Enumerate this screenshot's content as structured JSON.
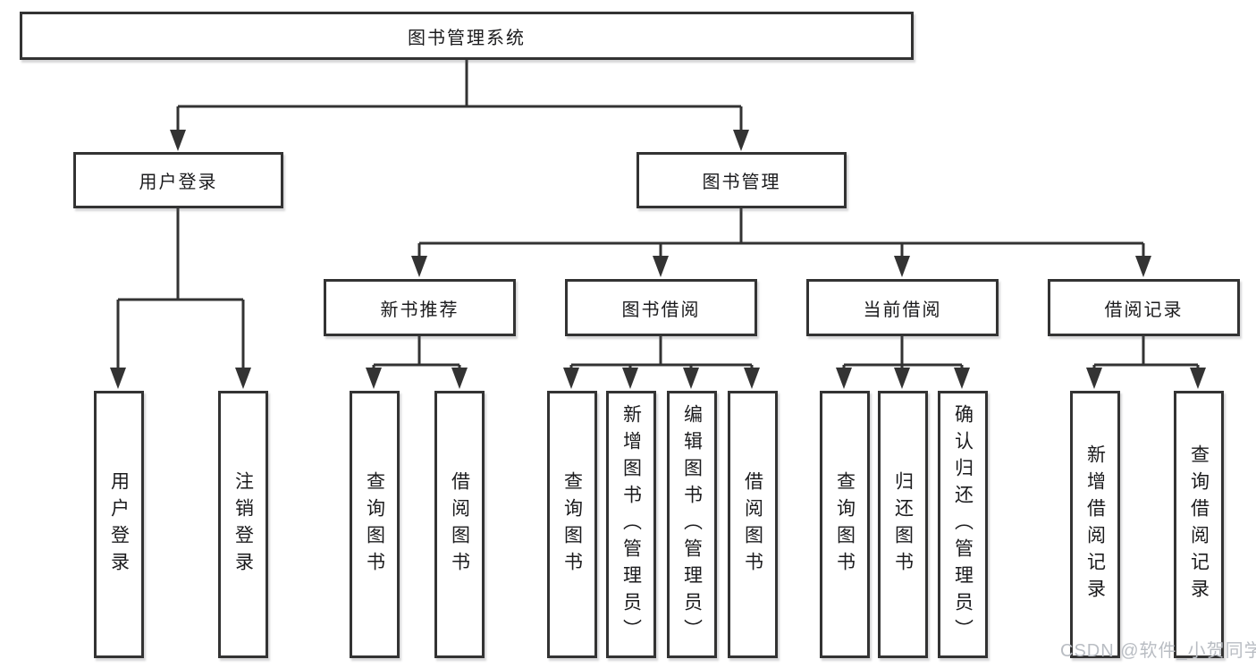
{
  "diagram": {
    "root": {
      "label": "图书管理系统"
    },
    "branches": [
      {
        "label": "用户登录",
        "children": [
          {
            "label": "用户登录"
          },
          {
            "label": "注销登录"
          }
        ]
      },
      {
        "label": "图书管理",
        "children": [
          {
            "label": "新书推荐",
            "children": [
              {
                "label": "查询图书"
              },
              {
                "label": "借阅图书"
              }
            ]
          },
          {
            "label": "图书借阅",
            "children": [
              {
                "label": "查询图书"
              },
              {
                "label": "新增图书（管理员）"
              },
              {
                "label": "编辑图书（管理员）"
              },
              {
                "label": "借阅图书"
              }
            ]
          },
          {
            "label": "当前借阅",
            "children": [
              {
                "label": "查询图书"
              },
              {
                "label": "归还图书"
              },
              {
                "label": "确认归还（管理员）"
              }
            ]
          },
          {
            "label": "借阅记录",
            "children": [
              {
                "label": "新增借阅记录"
              },
              {
                "label": "查询借阅记录"
              }
            ]
          }
        ]
      }
    ],
    "watermark": "CSDN @软件_小贺同学",
    "colors": {
      "line": "#333333",
      "text": "#1b1b1d",
      "background": "#ffffff",
      "watermark": "#b9bdc3"
    }
  }
}
